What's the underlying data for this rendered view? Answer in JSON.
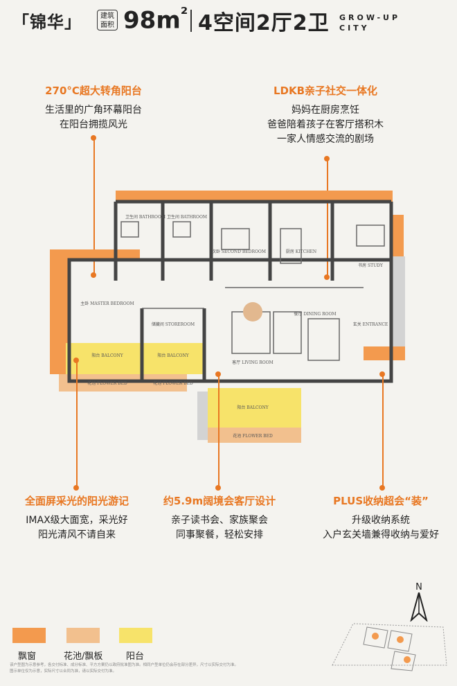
{
  "header": {
    "project_name": "「锦华」",
    "area_badge_line1": "建筑",
    "area_badge_line2": "面积",
    "area_value": "98m",
    "area_unit": "²",
    "layout_title": "4空间2厅2卫",
    "brand_line1": "GROW-UP",
    "brand_line2": "CITY"
  },
  "features": {
    "balcony_corner": {
      "title": "270°C超大转角阳台",
      "lines": [
        "生活里的广角环幕阳台",
        "在阳台拥揽风光"
      ]
    },
    "ldkb": {
      "title": "LDKB亲子社交一体化",
      "lines": [
        "妈妈在厨房烹饪",
        "爸爸陪着孩子在客厅搭积木",
        "一家人情感交流的剧场"
      ]
    },
    "sunlight": {
      "title": "全面屏采光的阳光游记",
      "lines": [
        "IMAX级大面宽，采光好",
        "阳光清风不请自来"
      ]
    },
    "living_room": {
      "title": "约5.9m阔境会客厅设计",
      "lines": [
        "亲子读书会、家族聚会",
        "同事聚餐，轻松安排"
      ]
    },
    "storage": {
      "title": "PLUS收纳超会“装”",
      "lines": [
        "升级收纳系统",
        "入户玄关墙兼得收纳与爱好"
      ]
    }
  },
  "plan_labels": {
    "bathroom1": "卫生间\nBATHROOM",
    "bathroom2": "卫生间\nBATHROOM",
    "second_bedroom": "次卧\nSECOND BEDROOM",
    "kitchen": "厨房\nKITCHEN",
    "study": "书房\nSTUDY",
    "master_bedroom": "主卧\nMASTER BEDROOM",
    "storeroom": "储藏间\nSTOREROOM",
    "dining_room": "餐厅\nDINING ROOM",
    "entrance": "玄关\nENTRANCE",
    "living_room": "客厅\nLIVING ROOM",
    "balcony1": "阳台\nBALCONY",
    "balcony2": "阳台\nBALCONY",
    "balcony3": "阳台\nBALCONY",
    "flower_bed1": "花池\nFLOWER BED",
    "flower_bed2": "花池\nFLOWER BED",
    "flower_bed3": "花池\nFLOWER BED"
  },
  "compass": {
    "north_label": "N"
  },
  "legend": [
    {
      "label": "飘窗",
      "color": "#f39a4e"
    },
    {
      "label": "花池/飘板",
      "color": "#f2c08e"
    },
    {
      "label": "阳台",
      "color": "#f7e36a"
    }
  ],
  "colors": {
    "accent": "#e87722",
    "bay_window": "#f39a4e",
    "flower_bed": "#f2c08e",
    "balcony": "#f7e36a",
    "wall": "#444444"
  },
  "disclaimer": "该户型图为示意参考，各交付标准、成分标准、平方方案仍以政府批准图为准。相同户型单位仍会存在部分差异，尺寸以实际交付为准。\n图示单位仅为示意，实际尺寸以合同为准，请以实际交付为准。"
}
